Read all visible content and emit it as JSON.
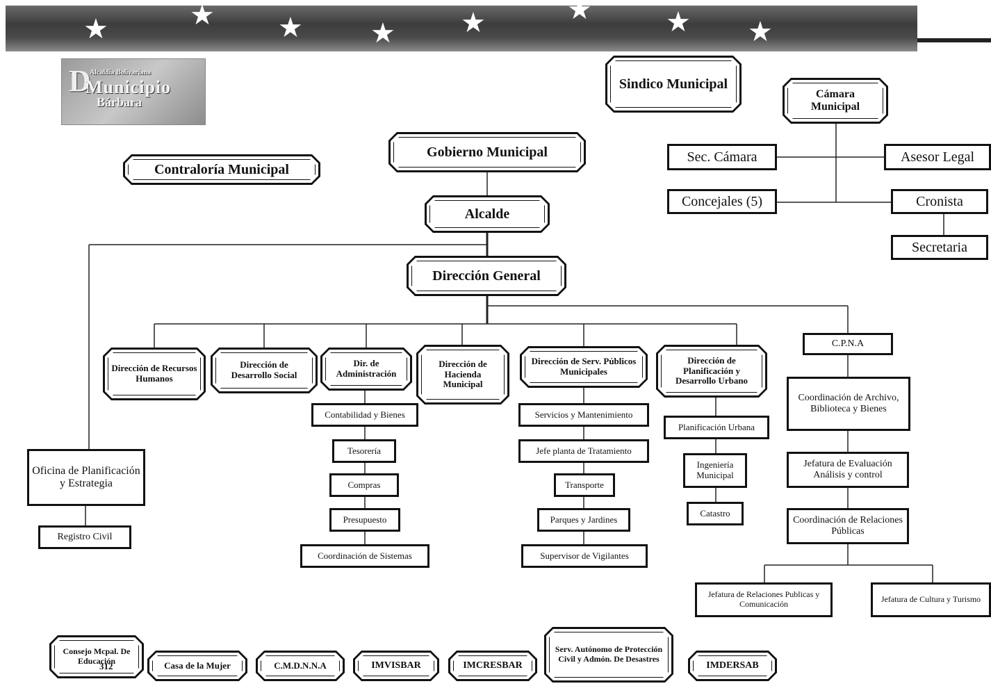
{
  "logo": {
    "line1": "Alcaldía Bolivariana",
    "line2": "Municipio",
    "line3": "Bárbara",
    "initial": "D"
  },
  "nodes": {
    "sindico": "Sindico Municipal",
    "camara": "Cámara Municipal",
    "sec_camara": "Sec. Cámara",
    "asesor": "Asesor Legal",
    "concejales": "Concejales (5)",
    "cronista": "Cronista",
    "secretaria": "Secretaria",
    "gobierno": "Gobierno Municipal",
    "contraloria": "Contraloría Municipal",
    "alcalde": "Alcalde",
    "direccion_general": "Dirección General",
    "rrhh": "Dirección de Recursos Humanos",
    "desarrollo_social": "Dirección de Desarrollo Social",
    "administracion": "Dir. de Administración",
    "hacienda": "Dirección de Hacienda Municipal",
    "servicios_publicos": "Dirección de Serv. Públicos Municipales",
    "planificacion": "Dirección de Planificación y Desarrollo Urbano",
    "cpna": "C.P.N.A",
    "contabilidad": "Contabilidad y Bienes",
    "tesoreria": "Tesorería",
    "compras": "Compras",
    "presupuesto": "Presupuesto",
    "sistemas": "Coordinación de Sistemas",
    "mantenimiento": "Servicios y Mantenimiento",
    "planta": "Jefe planta de Tratamiento",
    "transporte": "Transporte",
    "parques": "Parques y Jardines",
    "vigilantes": "Supervisor de Vigilantes",
    "plan_urbana": "Planificación Urbana",
    "ingenieria": "Ingeniería Municipal",
    "catastro": "Catastro",
    "archivo": "Coordinación de Archivo, Biblioteca y Bienes",
    "evaluacion": "Jefatura de Evaluación Análisis y control",
    "relaciones": "Coordinación de Relaciones Públicas",
    "jef_relaciones": "Jefatura de Relaciones Publicas y Comunicación",
    "jef_cultura": "Jefatura de Cultura y Turismo",
    "oficina_plan": "Oficina de Planificación y Estrategia",
    "registro": "Registro Civil",
    "consejo": "Consejo Mcpal. De Educación",
    "casa_mujer": "Casa de la Mujer",
    "cmdnna": "C.M.D.N.N.A",
    "imvisbar": "IMVISBAR",
    "imcresbar": "IMCRESBAR",
    "proteccion": "Serv. Autónomo de Protección Civil y Admón. De Desastres",
    "imdersab": "IMDERSAB"
  },
  "page_number": "312"
}
